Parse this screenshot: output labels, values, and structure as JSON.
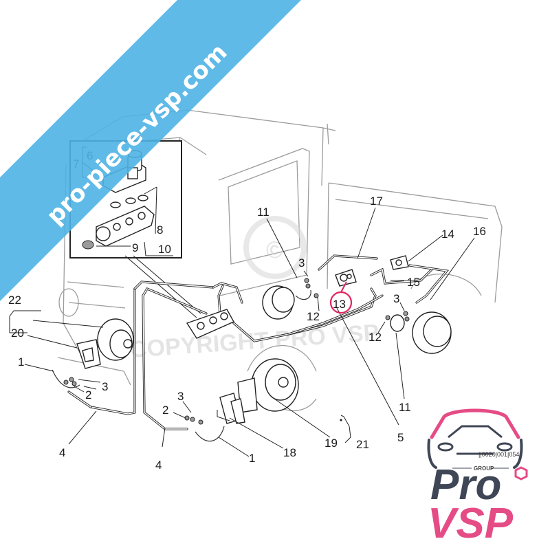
{
  "banner": {
    "text": "pro-piece-vsp.com",
    "color": "#4fb3e4"
  },
  "watermark": {
    "copyright_text": "COPYRIGHT PRO VSP",
    "copyright_symbol": "©"
  },
  "callouts": {
    "c1_left": "1",
    "c2_left": "2",
    "c3_left": "3",
    "c4_left": "4",
    "c20": "20",
    "c22": "22",
    "c6": "6",
    "c7": "7",
    "c8": "8",
    "c9": "9",
    "c10": "10",
    "c11_top": "11",
    "c3_top": "3",
    "c12_top": "12",
    "c13": "13",
    "c17": "17",
    "c14": "14",
    "c16": "16",
    "c15": "15",
    "c3_right": "3",
    "c12_right": "12",
    "c11_right": "11",
    "c5": "5",
    "c3_bottom": "3",
    "c2_bottom": "2",
    "c4_bottom": "4",
    "c1_bottom": "1",
    "c18": "18",
    "c19": "19",
    "c21": "21"
  },
  "highlight": {
    "part": "13",
    "color": "#e0245e"
  },
  "reference_code": "||0020|001|054",
  "logo": {
    "group_text": "GROUP",
    "pro_text": "Pro",
    "vsp_text": "VSP",
    "colors": {
      "dark": "#3f4656",
      "accent": "#e54c86"
    }
  }
}
